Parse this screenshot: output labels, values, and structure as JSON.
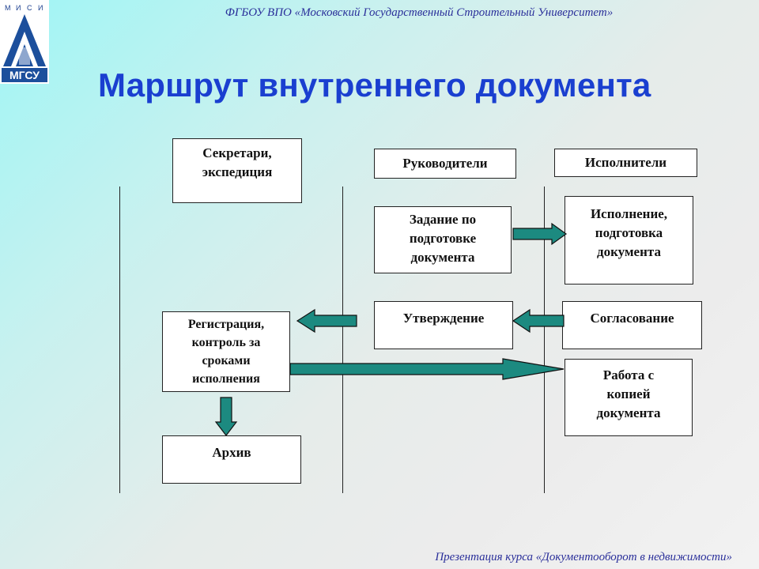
{
  "header": {
    "logo_letters": [
      "М",
      "И",
      "С",
      "И"
    ],
    "logo_badge": "МГСУ",
    "university": "ФГБОУ ВПО «Московский Государственный Строительный Университет»"
  },
  "title": "Маршрут внутреннего документа",
  "lanes": {
    "secretaries": "Секретари,\nэкспедиция",
    "managers": "Руководители",
    "executors": "Исполнители"
  },
  "steps": {
    "task": "Задание по\nподготовке\nдокумента",
    "execution": "Исполнение,\nподготовка\nдокумента",
    "approval": "Утверждение",
    "agreement": "Согласование",
    "registration": "Регистрация,\nконтроль за\nсроками\nисполнения",
    "copy_work": "Работа с\nкопией\nдокумента",
    "archive": "Архив"
  },
  "colors": {
    "arrow_fill": "#1c8a80",
    "title": "#1a3fd0",
    "header_text": "#2a2f9a"
  },
  "footer": "Презентация курса «Документооборот в недвижимости»"
}
